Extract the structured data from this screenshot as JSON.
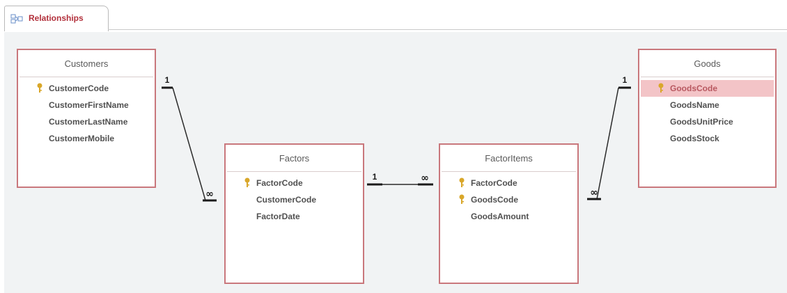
{
  "tab": {
    "label": "Relationships",
    "icon": "relationships-icon"
  },
  "tables": {
    "customers": {
      "title": "Customers",
      "fields": [
        {
          "name": "CustomerCode",
          "primary_key": true
        },
        {
          "name": "CustomerFirstName",
          "primary_key": false
        },
        {
          "name": "CustomerLastName",
          "primary_key": false
        },
        {
          "name": "CustomerMobile",
          "primary_key": false
        }
      ]
    },
    "factors": {
      "title": "Factors",
      "fields": [
        {
          "name": "FactorCode",
          "primary_key": true
        },
        {
          "name": "CustomerCode",
          "primary_key": false
        },
        {
          "name": "FactorDate",
          "primary_key": false
        }
      ]
    },
    "factoritems": {
      "title": "FactorItems",
      "fields": [
        {
          "name": "FactorCode",
          "primary_key": true
        },
        {
          "name": "GoodsCode",
          "primary_key": true
        },
        {
          "name": "GoodsAmount",
          "primary_key": false
        }
      ]
    },
    "goods": {
      "title": "Goods",
      "fields": [
        {
          "name": "GoodsCode",
          "primary_key": true,
          "selected": true
        },
        {
          "name": "GoodsName",
          "primary_key": false
        },
        {
          "name": "GoodsUnitPrice",
          "primary_key": false
        },
        {
          "name": "GoodsStock",
          "primary_key": false
        }
      ]
    }
  },
  "relationships": [
    {
      "from": "customers.CustomerCode",
      "to": "factors.CustomerCode",
      "one_label": "1",
      "many_label": "∞"
    },
    {
      "from": "factors.FactorCode",
      "to": "factoritems.FactorCode",
      "one_label": "1",
      "many_label": "∞"
    },
    {
      "from": "goods.GoodsCode",
      "to": "factoritems.GoodsCode",
      "one_label": "1",
      "many_label": "∞"
    }
  ],
  "colors": {
    "table_border": "#c9777c",
    "tab_label": "#b2303b",
    "selected_row": "#f3c4c7",
    "key_icon": "#d9a72a"
  }
}
